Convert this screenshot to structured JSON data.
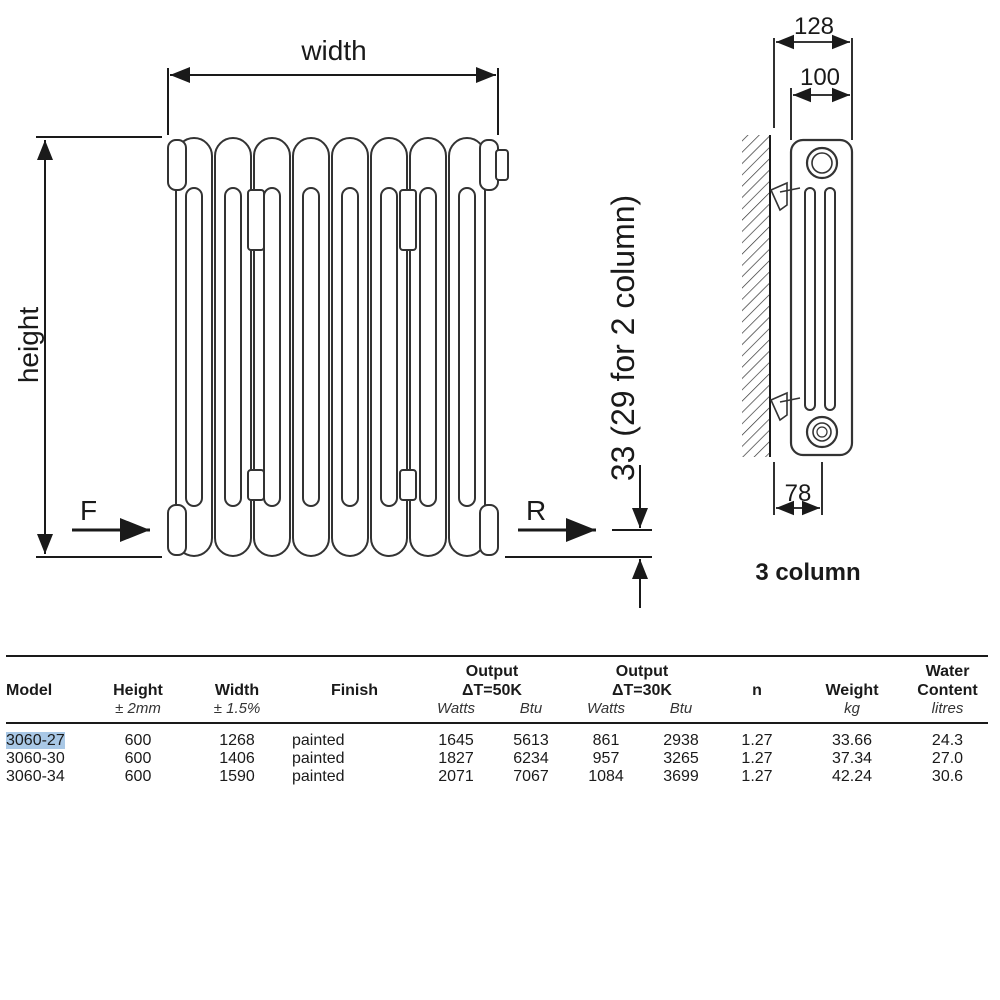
{
  "diagram": {
    "width_label": "width",
    "height_label": "height",
    "offset_label": "33 (29 for 2 column)",
    "flow_label": "F",
    "return_label": "R",
    "depth_total": "128",
    "depth_inner": "100",
    "depth_bracket": "78",
    "column_label": "3 column"
  },
  "table": {
    "headers": {
      "model": "Model",
      "height": "Height",
      "height_unit": "± 2mm",
      "width": "Width",
      "width_unit": "± 1.5%",
      "finish": "Finish",
      "output50_l1": "Output",
      "output50_l2": "ΔT=50K",
      "output30_l1": "Output",
      "output30_l2": "ΔT=30K",
      "watts": "Watts",
      "btu": "Btu",
      "n": "n",
      "weight": "Weight",
      "weight_unit": "kg",
      "water_l1": "Water",
      "water_l2": "Content",
      "water_unit": "litres"
    },
    "rows": [
      {
        "model": "3060-27",
        "height": "600",
        "width": "1268",
        "finish": "painted",
        "w50": "1645",
        "b50": "5613",
        "w30": "861",
        "b30": "2938",
        "n": "1.27",
        "weight": "33.66",
        "water": "24.3"
      },
      {
        "model": "3060-30",
        "height": "600",
        "width": "1406",
        "finish": "painted",
        "w50": "1827",
        "b50": "6234",
        "w30": "957",
        "b30": "3265",
        "n": "1.27",
        "weight": "37.34",
        "water": "27.0"
      },
      {
        "model": "3060-34",
        "height": "600",
        "width": "1590",
        "finish": "painted",
        "w50": "2071",
        "b50": "7067",
        "w30": "1084",
        "b30": "3699",
        "n": "1.27",
        "weight": "42.24",
        "water": "30.6"
      }
    ]
  }
}
